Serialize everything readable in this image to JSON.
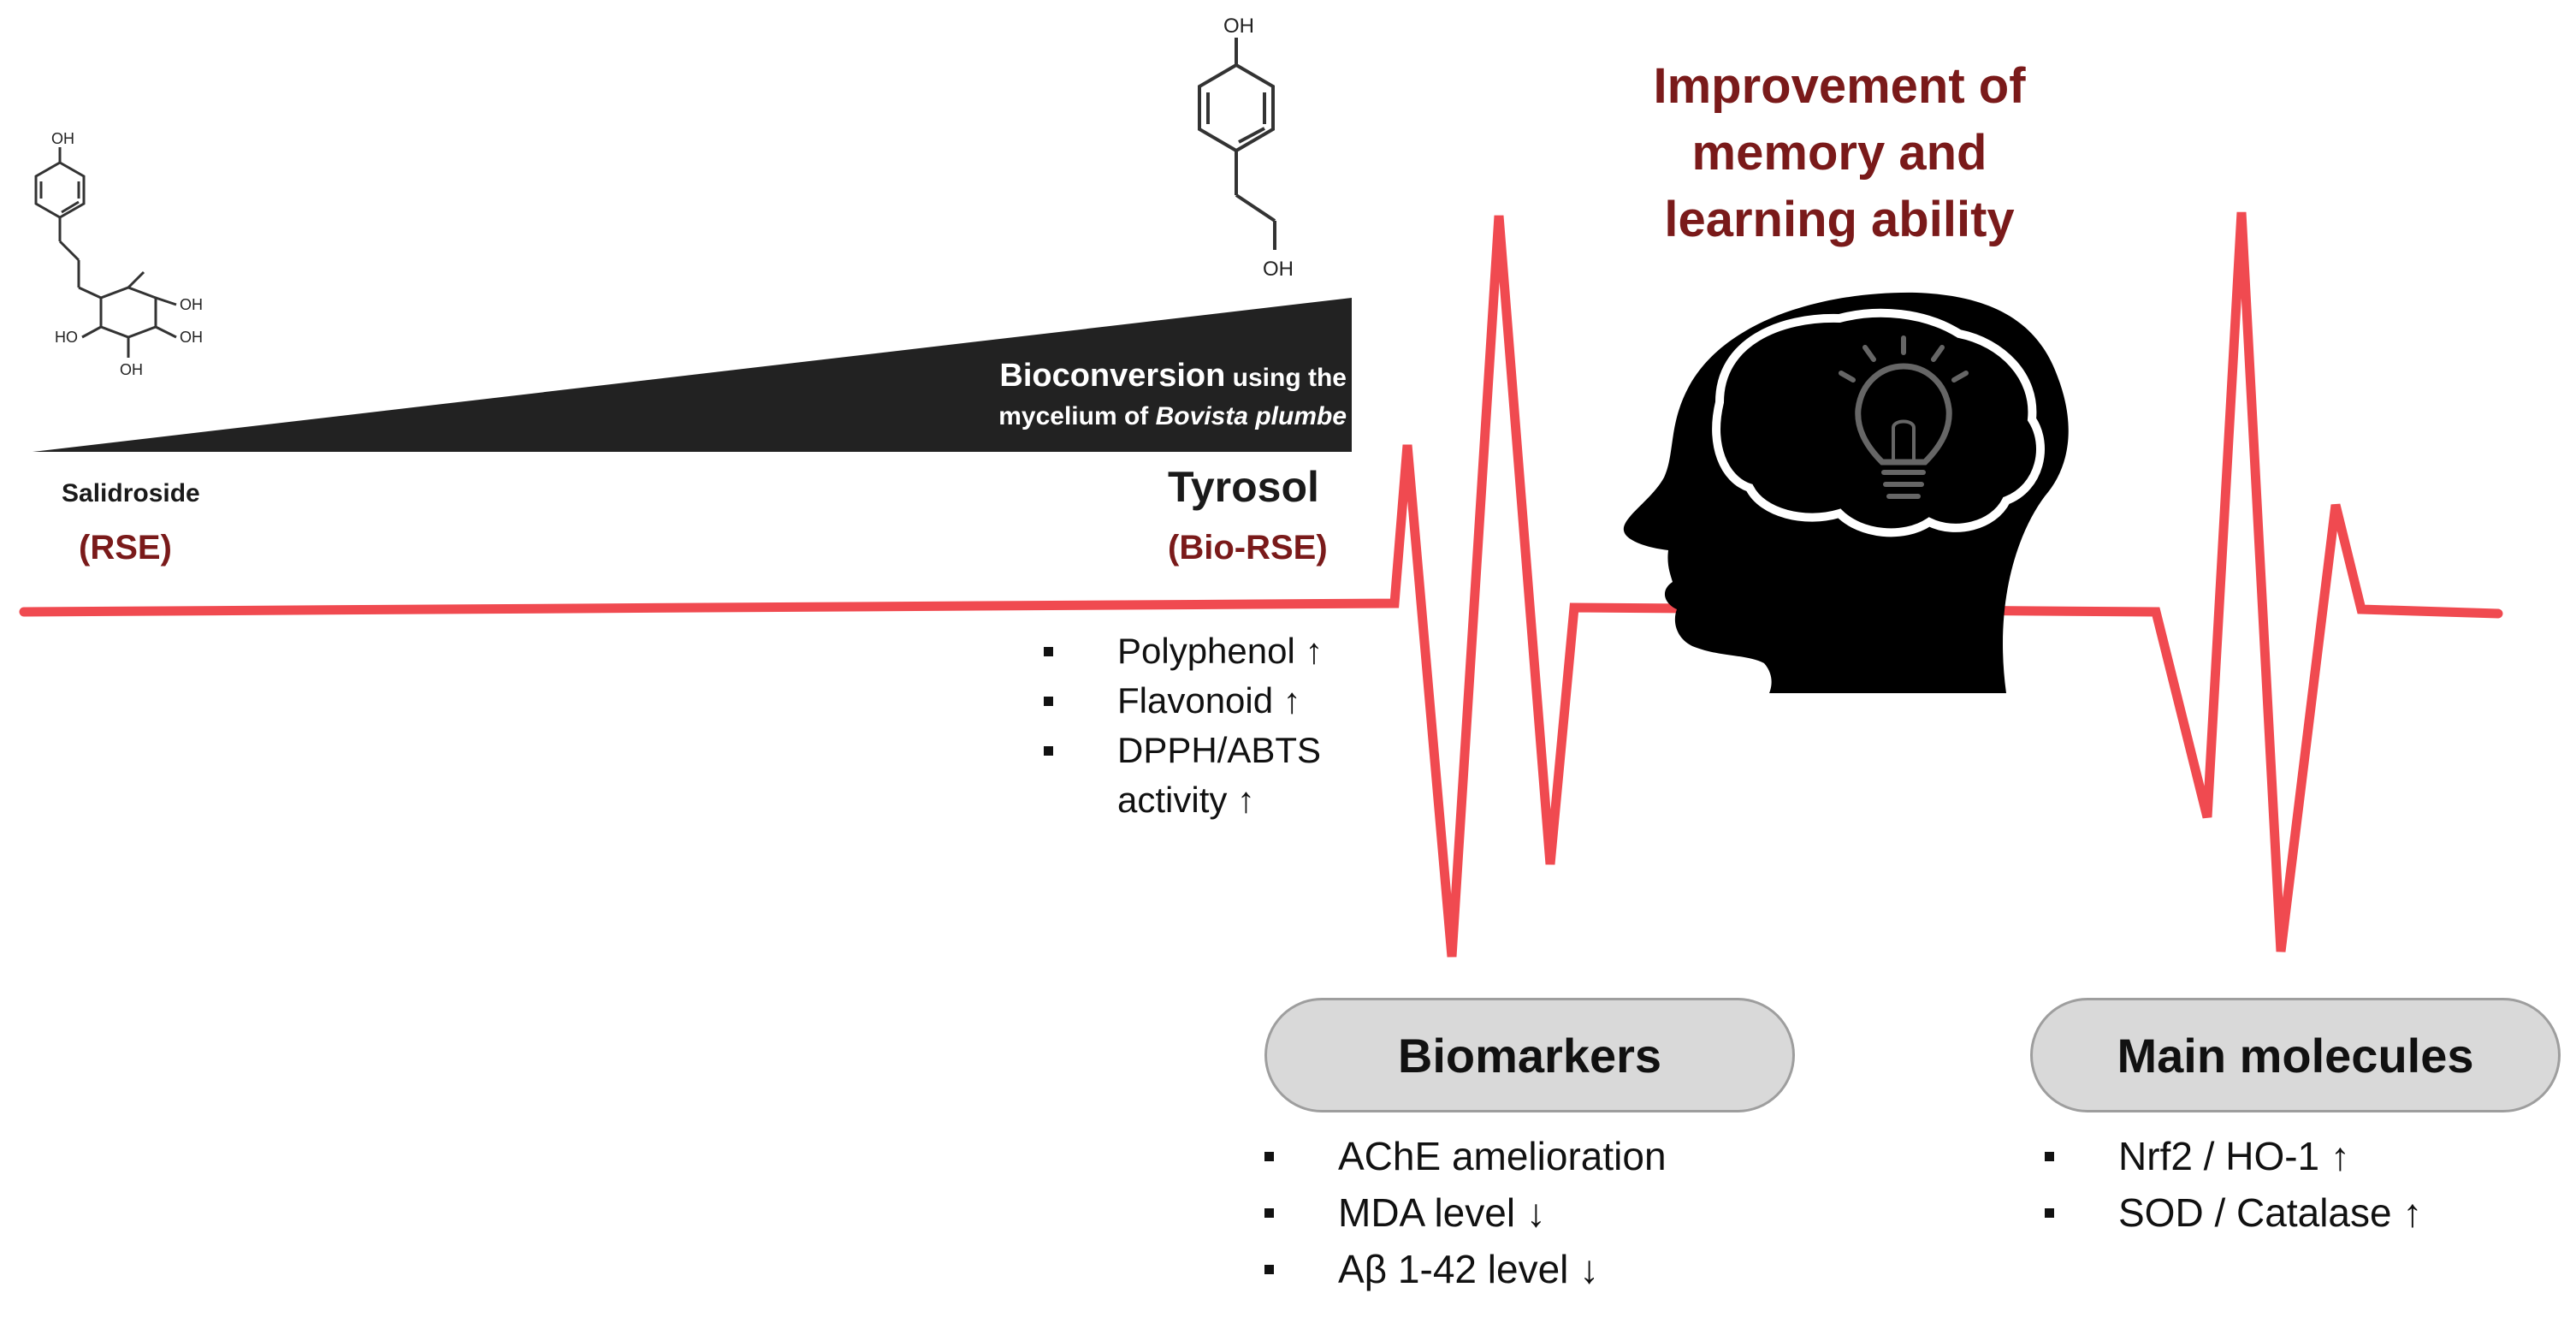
{
  "title": [
    "Improvement of",
    "memory and",
    "learning ability"
  ],
  "left_compound": {
    "name": "Salidroside",
    "abbr": "(RSE)"
  },
  "right_compound": {
    "name": "Tyrosol",
    "abbr": "(Bio-RSE)"
  },
  "bioconversion": {
    "line1_bold": "Bioconversion",
    "line1_rest": " using the",
    "line2_start": "mycelium of ",
    "line2_italic": "Bovista plumbe"
  },
  "chem_labels": {
    "oh": "OH",
    "ho": "HO"
  },
  "bioactivity_items": [
    "Polyphenol ↑",
    "Flavonoid ↑",
    "DPPH/ABTS",
    "activity ↑"
  ],
  "biomarkers": {
    "label": "Biomarkers",
    "items": [
      "AChE amelioration",
      "MDA level ↓",
      "Aβ 1-42 level ↓"
    ]
  },
  "main_molecules": {
    "label": "Main molecules",
    "items": [
      "Nrf2 / HO-1 ↑",
      "SOD / Catalase ↑"
    ]
  },
  "colors": {
    "pulse_line": "#f04a50",
    "title": "#7a1a1a",
    "wedge": "#222222",
    "pill_fill": "#d9d9d9",
    "head": "#000000"
  },
  "icons": [
    "lightbulb-icon",
    "head-silhouette-icon"
  ]
}
